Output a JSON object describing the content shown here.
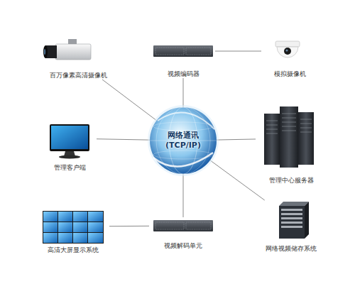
{
  "diagram": {
    "nodes": [
      {
        "text": [
          "百万像素高清摄像机"
        ]
      },
      {
        "text": [
          "视频编码器"
        ]
      },
      {
        "text": [
          "模拟摄像机"
        ]
      },
      {
        "text": [
          "管理客户端"
        ]
      },
      {
        "text": [
          "网络通讯 (TCP/IP)"
        ]
      },
      {
        "text": [
          "管理中心服务器"
        ]
      },
      {
        "text": [
          "高清大屏显示系统"
        ]
      },
      {
        "text": [
          "视频解码单元"
        ]
      },
      {
        "text": [
          "网络视频储存系统"
        ]
      }
    ],
    "edges": [
      {
        "from": 0,
        "to": 4,
        "arrow": "none"
      },
      {
        "from": 1,
        "to": 4,
        "arrow": "none"
      },
      {
        "from": 1,
        "to": 2,
        "arrow": "none"
      },
      {
        "from": 3,
        "to": 4,
        "arrow": "none"
      },
      {
        "from": 4,
        "to": 5,
        "arrow": "none"
      },
      {
        "from": 7,
        "to": 4,
        "arrow": "none"
      },
      {
        "from": 6,
        "to": 7,
        "arrow": "none"
      },
      {
        "from": 4,
        "to": 8,
        "arrow": "none"
      }
    ]
  }
}
